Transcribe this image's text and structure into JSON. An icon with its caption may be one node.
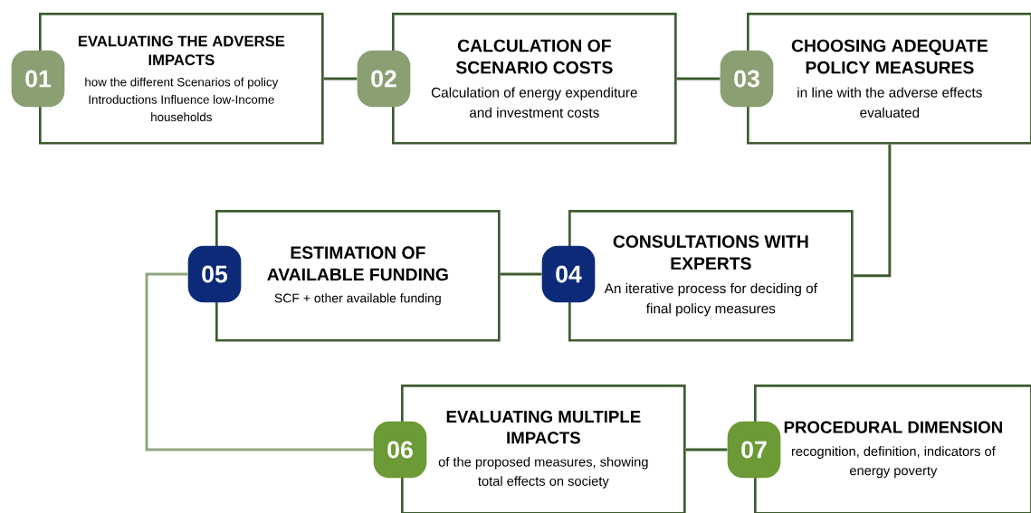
{
  "diagram": {
    "nodes": [
      {
        "text": [
          "EVALUATING THE ADVERSE IMPACTS",
          "how the different Scenarios of policy Introductions Influence low-Income households"
        ]
      },
      {
        "text": [
          "01"
        ]
      },
      {
        "text": [
          "CALCULATION OF SCENARIO COSTS",
          "Calculation of energy expenditure and investment costs"
        ]
      },
      {
        "text": [
          "02"
        ]
      },
      {
        "text": [
          "CHOOSING ADEQUATE POLICY MEASURES",
          "in line with the adverse effects evaluated"
        ]
      },
      {
        "text": [
          "03"
        ]
      },
      {
        "text": [
          "CONSULTATIONS WITH EXPERTS",
          "An iterative process for deciding of final policy measures"
        ]
      },
      {
        "text": [
          "04"
        ]
      },
      {
        "text": [
          "ESTIMATION OF AVAILABLE FUNDING",
          "SCF + other available funding"
        ]
      },
      {
        "text": [
          "05"
        ]
      },
      {
        "text": [
          "EVALUATING MULTIPLE IMPACTS",
          "of the proposed measures, showing total effects on society"
        ]
      },
      {
        "text": [
          "06"
        ]
      },
      {
        "text": [
          "PROCEDURAL DIMENSION",
          "recognition, definition, indicators of energy poverty"
        ]
      },
      {
        "text": [
          "07"
        ]
      }
    ],
    "edges": [
      {
        "from": 0,
        "to": 3,
        "arrow": "none"
      },
      {
        "from": 2,
        "to": 5,
        "arrow": "none"
      },
      {
        "from": 4,
        "to": 6,
        "arrow": "none"
      },
      {
        "from": 7,
        "to": 8,
        "arrow": "none"
      },
      {
        "from": 9,
        "to": 11,
        "arrow": "none",
        "color": "#8fa67e"
      },
      {
        "from": 10,
        "to": 13,
        "arrow": "none"
      }
    ]
  }
}
